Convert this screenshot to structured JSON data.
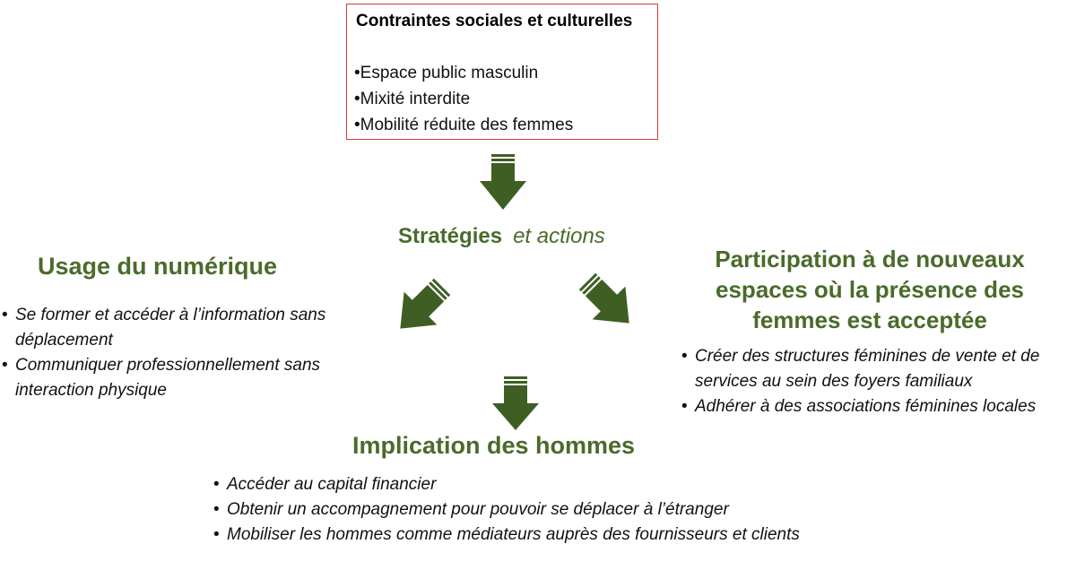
{
  "constraints": {
    "title": "Contraintes sociales et culturelles",
    "items": [
      "•Espace public masculin",
      "•Mixité interdite",
      "•Mobilité réduite des femmes"
    ]
  },
  "strategies": {
    "bold": "Stratégies",
    "italic": "et actions"
  },
  "usage": {
    "title": "Usage du numérique",
    "items": [
      "Se former et accéder à l’information sans déplacement",
      "Communiquer professionnellement sans interaction physique"
    ]
  },
  "participation": {
    "title": "Participation à de nouveaux espaces où la présence des femmes est acceptée",
    "items": [
      "Créer des structures féminines de vente et de services au sein des foyers familiaux",
      "Adhérer à des associations féminines locales"
    ]
  },
  "implication": {
    "title": "Implication des hommes",
    "items": [
      "Accéder au capital financier",
      "Obtenir un accompagnement pour pouvoir se déplacer à l’étranger",
      "Mobiliser les hommes comme médiateurs auprès des fournisseurs et clients"
    ]
  },
  "colors": {
    "accent_green": "#4a6b2a",
    "arrow_green": "#3f5e23",
    "box_border": "#d9393f"
  }
}
